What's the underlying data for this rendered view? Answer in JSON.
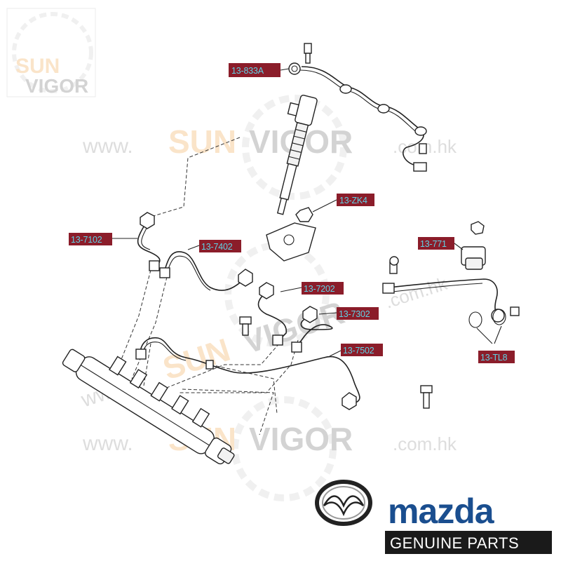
{
  "watermark": {
    "corner_line1": "SUN",
    "corner_line2": "VIGOR",
    "url_prefix": "www.",
    "brand_a": "SUN",
    "brand_b": "VIGOR",
    "url_suffix": ".com.hk"
  },
  "parts": [
    {
      "id": "p1",
      "label": "13-833A"
    },
    {
      "id": "p2",
      "label": "13-ZK4"
    },
    {
      "id": "p3",
      "label": "13-7102"
    },
    {
      "id": "p4",
      "label": "13-7402"
    },
    {
      "id": "p5",
      "label": "13-771"
    },
    {
      "id": "p6",
      "label": "13-7202"
    },
    {
      "id": "p7",
      "label": "13-7302"
    },
    {
      "id": "p8",
      "label": "13-7502"
    },
    {
      "id": "p9",
      "label": "13-TL8"
    }
  ],
  "branding": {
    "wordmark": "mazda",
    "tagline": "GENUINE PARTS",
    "colors": {
      "wordmark": "#1a4e8f",
      "tagline_bg": "#1a1a1a",
      "tagline_text": "#ffffff",
      "label_bg": "#8b1d2a",
      "label_text": "#5fd3e6"
    }
  }
}
